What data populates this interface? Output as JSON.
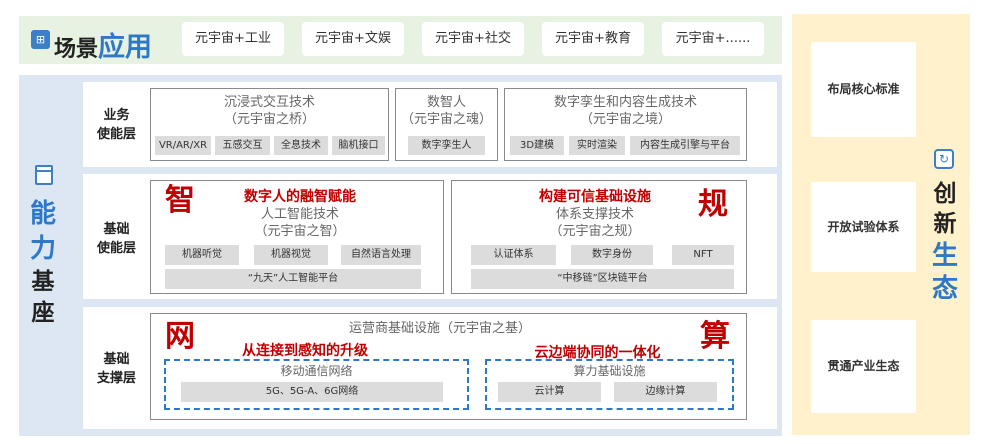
{
  "top": {
    "icon": "app-icon",
    "title_part1": "场景",
    "title_part2": "应用",
    "items": [
      "元宇宙+工业",
      "元宇宙+文娱",
      "元宇宙+社交",
      "元宇宙+教育",
      "元宇宙+......"
    ]
  },
  "base": {
    "icon": "platform-icon",
    "title_chars": [
      "能",
      "力",
      "基",
      "座"
    ],
    "business": {
      "label": "业务\n使能层",
      "immersive": {
        "title": "沉浸式交互技术",
        "subtitle": "（元宇宙之桥）",
        "chips": [
          "VR/AR/XR",
          "五感交互",
          "全息技术",
          "脑机接口"
        ]
      },
      "digital_human": {
        "title": "数智人",
        "subtitle": "（元宇宙之魂）",
        "chips": [
          "数字孪生人"
        ]
      },
      "twin": {
        "title": "数字孪生和内容生成技术",
        "subtitle": "（元宇宙之境）",
        "chips": [
          "3D建模",
          "实时渲染",
          "内容生成引擎与平台"
        ]
      }
    },
    "foundation": {
      "label": "基础\n使能层",
      "ai": {
        "big_char": "智",
        "headline": "数字人的融智赋能",
        "title": "人工智能技术",
        "subtitle": "（元宇宙之智）",
        "chips": [
          "机器听觉",
          "机器视觉",
          "自然语言处理"
        ],
        "platform": "“九天”人工智能平台"
      },
      "trust": {
        "big_char": "规",
        "headline": "构建可信基础设施",
        "title": "体系支撑技术",
        "subtitle": "（元宇宙之规）",
        "chips": [
          "认证体系",
          "数字身份",
          "NFT"
        ],
        "platform": "“中移链”区块链平台"
      }
    },
    "support": {
      "label": "基础\n支撑层",
      "title": "运营商基础设施（元宇宙之基）",
      "net_char": "网",
      "compute_char": "算",
      "net_headline": "从连接到感知的升级",
      "compute_headline": "云边端协同的一体化",
      "mobile": {
        "title": "移动通信网络",
        "chip": "5G、5G-A、6G网络"
      },
      "compute": {
        "title": "算力基础设施",
        "chips": [
          "云计算",
          "边缘计算"
        ]
      }
    }
  },
  "eco": {
    "icon": "eco-icon",
    "title_chars": [
      "创",
      "新",
      "生",
      "态"
    ],
    "cards": [
      "布局核心标准",
      "开放试验体系",
      "贯通产业生态"
    ]
  },
  "colors": {
    "accent_blue": "#2e78c8",
    "accent_red": "#c00000",
    "top_band": "#e7f2e2",
    "base_band": "#dce7f3",
    "eco_band": "#fff1cc"
  }
}
